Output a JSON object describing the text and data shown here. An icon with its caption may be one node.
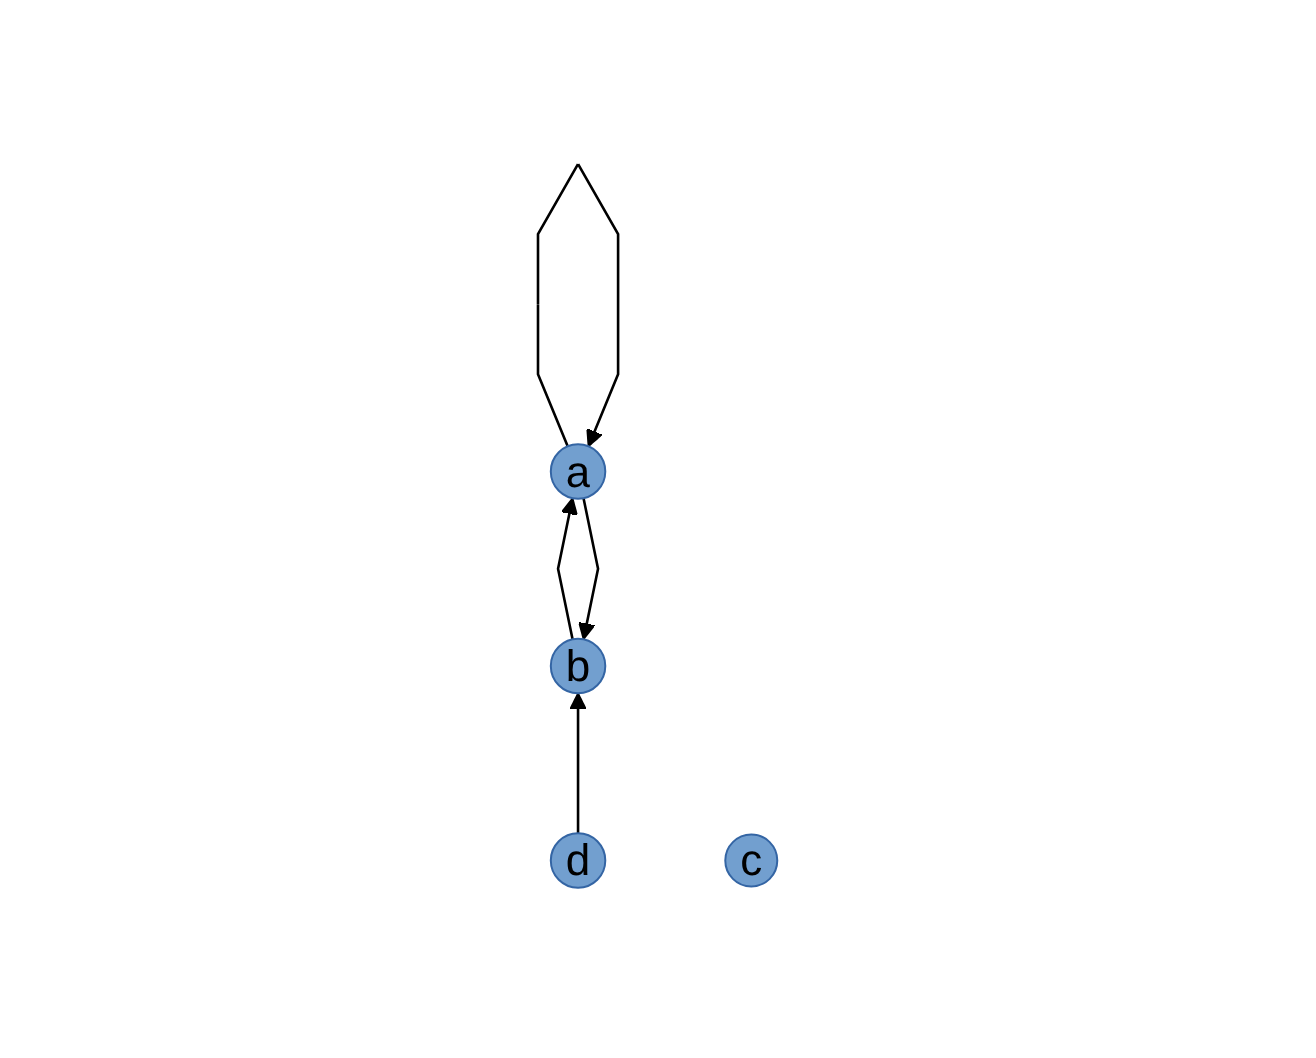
{
  "diagram": {
    "nodes": [
      {
        "text": [
          "b"
        ]
      },
      {
        "text": [
          "a"
        ]
      },
      {
        "text": [
          "d"
        ]
      },
      {
        "text": [
          "c"
        ]
      }
    ],
    "edges": [
      {
        "from": 1,
        "to": 0,
        "arrow": "to"
      },
      {
        "from": 0,
        "to": 1,
        "arrow": "to"
      },
      {
        "from": 1,
        "to": 1,
        "arrow": "to"
      },
      {
        "from": 2,
        "to": 0,
        "arrow": "to"
      }
    ]
  }
}
